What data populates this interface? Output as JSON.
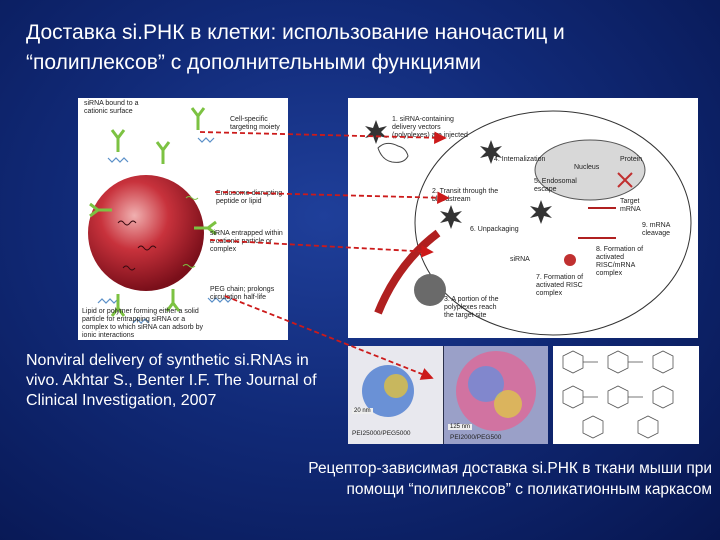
{
  "slide": {
    "title_line1": "Доставка si.РНК в клетки: использование наночастиц и",
    "title_line2": "“полиплексов” с дополнительными функциями",
    "caption_left": "Nonviral delivery of synthetic si.RNAs in vivo. Akhtar S., Benter I.F. The Journal of Clinical Investigation, 2007",
    "caption_bottom_line1": "Рецептор-зависимая доставка si.РНК в ткани мыши при",
    "caption_bottom_line2": "помощи “полиплексов” с поликатионным каркасом"
  },
  "nanoparticle": {
    "labels": {
      "sirna_bound": "siRNA bound to a cationic surface",
      "cell_targeting": "Cell-specific targeting moiety",
      "endosome_peptide": "Endosome-disrupting peptide or lipid",
      "sirna_entrapped": "siRNA entrapped within a cationic particle or complex",
      "peg_chain": "PEG chain; prolongs circulation half-life",
      "lipid_polymer": "Lipid or polymer forming either a solid particle for entrapping siRNA or a complex to which siRNA can adsorb by ionic interactions"
    }
  },
  "pathway": {
    "steps": {
      "s1": "1. siRNA-containing delivery vectors (polyplexes) are injected",
      "s2": "2. Transit through the bloodstream",
      "s3": "3. A portion of the polyplexes reach the target site",
      "s4": "4. Internalization",
      "s5": "5. Endosomal escape",
      "s6": "6. Unpackaging",
      "s7": "7. Formation of activated RISC complex",
      "s8": "8. Formation of activated RISC/mRNA complex",
      "s9": "9. mRNA cleavage"
    },
    "small": {
      "protein": "Protein",
      "target_mrna": "Target mRNA",
      "sirna": "siRNA",
      "nucleus": "Nucleus"
    }
  },
  "micrographs": {
    "scale_a": "20 nm",
    "scale_b": "125 nm",
    "label_a": "PEI25000/PEG5000",
    "label_b": "PEI2000/PEG500"
  },
  "colors": {
    "arrow": "#cc1a1a",
    "particle": "#c0212e",
    "ligand": "#7cc242",
    "peg": "#5a8fc8"
  }
}
